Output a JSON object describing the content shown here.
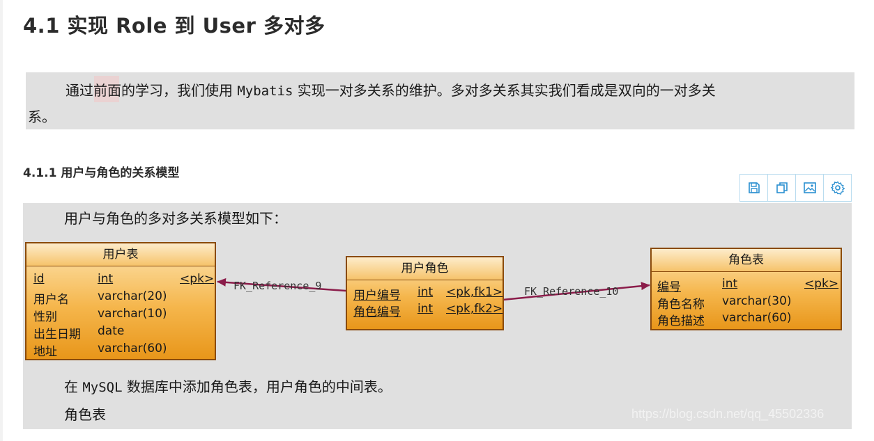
{
  "heading": "4.1 实现 Role 到 User 多对多",
  "intro": {
    "line1_a": "通过前面的学习，我们使用 ",
    "line1_code": "Mybatis",
    "line1_b": " 实现一对多关系的维护。多对多关系其实我们看成是双向的一对多关",
    "line2": "系。"
  },
  "subheading": "4.1.1 用户与角色的关系模型",
  "toolbar": {
    "icons": [
      "save-icon",
      "copy-icon",
      "image-icon",
      "settings-icon"
    ],
    "accent": "#2a8fd0"
  },
  "panel": {
    "model_caption": "用户与角色的多对多关系模型如下：",
    "bottom_a": "在 ",
    "bottom_code": "MySQL",
    "bottom_b": " 数据库中添加角色表，用户角色的中间表。",
    "bottom_2": "角色表"
  },
  "diagram": {
    "user_table": {
      "title": "用户表",
      "rows": [
        {
          "name": "id",
          "type": "int",
          "key": "<pk>"
        },
        {
          "name": "用户名",
          "type": "varchar(20)",
          "key": ""
        },
        {
          "name": "性别",
          "type": "varchar(10)",
          "key": ""
        },
        {
          "name": "出生日期",
          "type": "date",
          "key": ""
        },
        {
          "name": "地址",
          "type": "varchar(60)",
          "key": ""
        }
      ]
    },
    "user_role_table": {
      "title": "用户角色",
      "rows": [
        {
          "name": "用户编号",
          "type": "int",
          "key": "<pk,fk1>"
        },
        {
          "name": "角色编号",
          "type": "int",
          "key": "<pk,fk2>"
        }
      ]
    },
    "role_table": {
      "title": "角色表",
      "rows": [
        {
          "name": "编号",
          "type": "int",
          "key": "<pk>"
        },
        {
          "name": "角色名称",
          "type": "varchar(30)",
          "key": ""
        },
        {
          "name": "角色描述",
          "type": "varchar(60)",
          "key": ""
        }
      ]
    },
    "ref_left": "FK_Reference_9",
    "ref_right": "FK_Reference_10",
    "line_color": "#8b1c4a"
  },
  "watermark": "https://blog.csdn.net/qq_45502336"
}
